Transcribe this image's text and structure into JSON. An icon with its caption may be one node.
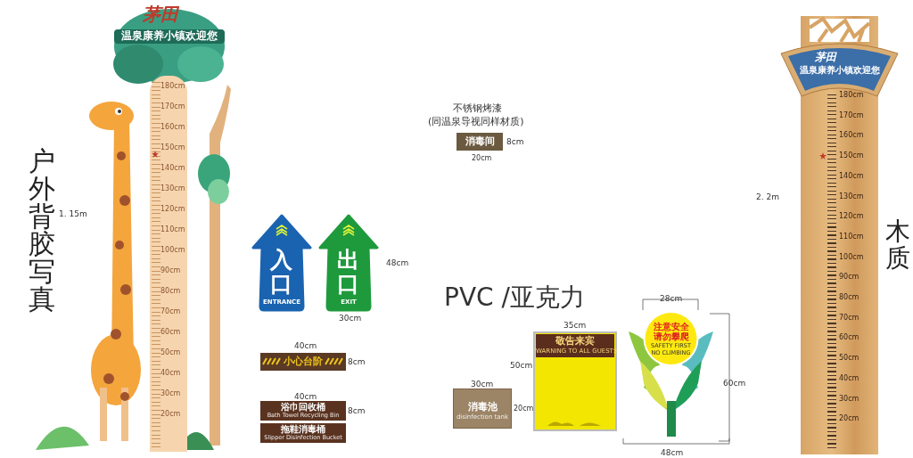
{
  "diagram": {
    "nodes": [
      {
        "text": [
          "茅田",
          "温泉康养小镇欢迎您",
          "180cm",
          "170cm",
          "160cm",
          "150cm",
          "140cm",
          "130cm",
          "120cm",
          "110cm",
          "100cm",
          "90cm",
          "80cm",
          "70cm",
          "60cm",
          "50cm",
          "40cm",
          "30cm",
          "20cm"
        ]
      },
      {
        "text": [
          "消毒间"
        ]
      },
      {
        "text": [
          "入口",
          "ENTRANCE"
        ]
      },
      {
        "text": [
          "出口",
          "EXIT"
        ]
      },
      {
        "text": [
          "小心台阶"
        ]
      },
      {
        "text": [
          "浴巾回收桶",
          "Bath Towel Recycling Bin"
        ]
      },
      {
        "text": [
          "拖鞋消毒桶",
          "Slipper Disinfection Bucket"
        ]
      },
      {
        "text": [
          "敬告来宾",
          "WARNING TO ALL GUESTS"
        ]
      },
      {
        "text": [
          "消毒池",
          "disinfection tank"
        ]
      },
      {
        "text": [
          "注意安全",
          "请勿攀爬",
          "SAFETY FIRST",
          "NO CLIMBING"
        ]
      },
      {
        "text": [
          "茅田",
          "温泉康养小镇欢迎您",
          "180cm",
          "170cm",
          "160cm",
          "150cm",
          "140cm",
          "130cm",
          "120cm",
          "110cm",
          "100cm",
          "90cm",
          "80cm",
          "70cm",
          "60cm",
          "50cm",
          "40cm",
          "30cm",
          "20cm"
        ]
      }
    ],
    "labels": [
      "户外背胶写真",
      "1. 15m",
      "不锈钢烤漆",
      "(同温泉导视同样材质)",
      "8cm",
      "20cm",
      "48cm",
      "30cm",
      "40cm",
      "8cm",
      "40cm",
      "8cm",
      "PVC /亚克力",
      "35cm",
      "50cm",
      "30cm",
      "20cm",
      "28cm",
      "60cm",
      "48cm",
      "2. 2m",
      "木质"
    ]
  }
}
